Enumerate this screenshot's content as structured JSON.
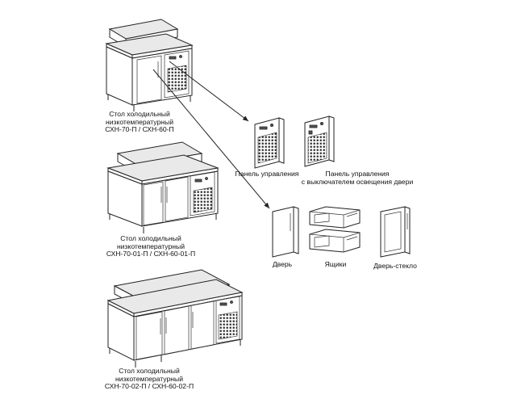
{
  "products": [
    {
      "name_line1": "Стол холодильный",
      "name_line2": "низкотемпературный",
      "name_line3": "СХН-70-П / СХН-60-П",
      "doors": 1
    },
    {
      "name_line1": "Стол холодильный",
      "name_line2": "низкотемпературный",
      "name_line3": "СХН-70-01-П / СХН-60-01-П",
      "doors": 2
    },
    {
      "name_line1": "Стол холодильный",
      "name_line2": "низкотемпературный",
      "name_line3": "СХН-70-02-П / СХН-60-02-П",
      "doors": 3
    }
  ],
  "options": {
    "panel": {
      "label": "Панель управления"
    },
    "panel_switch": {
      "label_line1": "Панель управления",
      "label_line2": "с  выключателем освещения двери"
    },
    "door": {
      "label": "Дверь"
    },
    "drawers": {
      "label": "Ящики"
    },
    "glass_door": {
      "label": "Дверь-стекло"
    }
  }
}
